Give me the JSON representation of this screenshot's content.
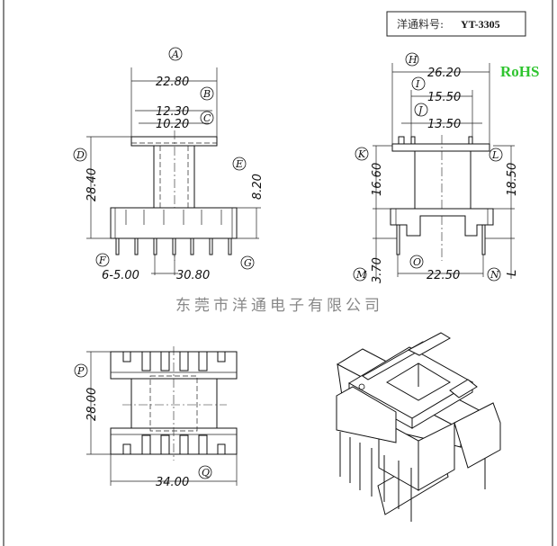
{
  "title_box": {
    "label": "洋通料号:",
    "part_number": "YT-3305"
  },
  "rohs": "RoHS",
  "watermark": "东莞市洋通电子有限公司",
  "colors": {
    "rohs": "#2fc42f",
    "line": "#111111"
  },
  "dimensions": {
    "A": "22.80",
    "B": "12.30",
    "C": "10.20",
    "D": "28.40",
    "E": "8.20",
    "F": "6-5.00",
    "G": "30.80",
    "H": "26.20",
    "I": "15.50",
    "J": "13.50",
    "K": "16.60",
    "L": "18.50",
    "M": "3.70",
    "N": "L",
    "O": "22.50",
    "P": "28.00",
    "Q": "34.00"
  },
  "letters": {
    "A": "A",
    "B": "B",
    "C": "C",
    "D": "D",
    "E": "E",
    "F": "F",
    "G": "G",
    "H": "H",
    "I": "I",
    "J": "J",
    "K": "K",
    "L": "L",
    "M": "M",
    "N": "N",
    "O": "O",
    "P": "P",
    "Q": "Q"
  }
}
